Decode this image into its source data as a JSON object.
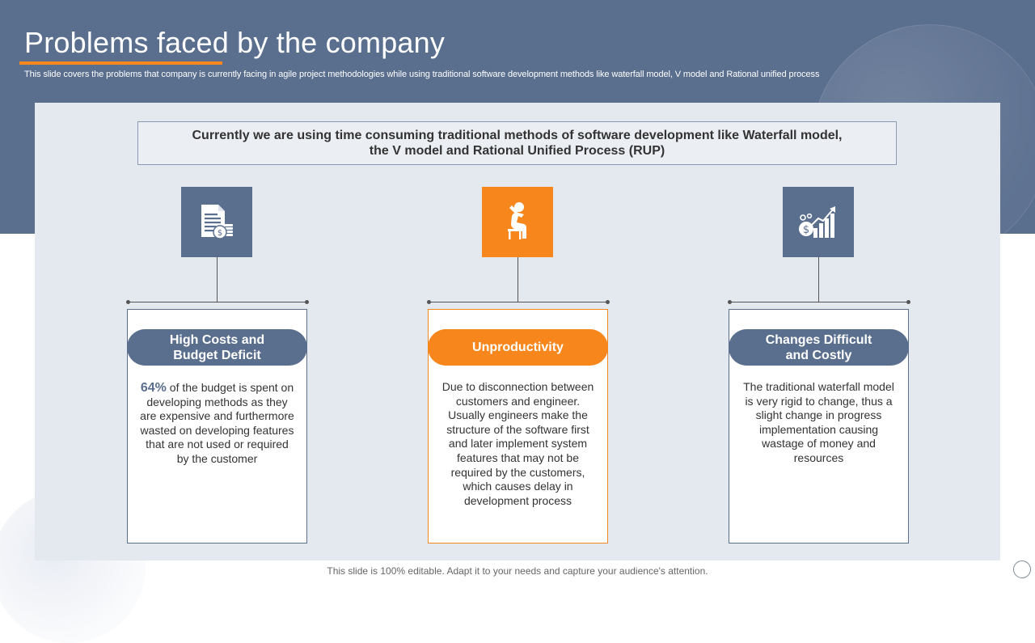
{
  "header": {
    "title": "Problems faced by the company",
    "subtitle": "This slide covers the problems that company is currently facing in agile project methodologies while using traditional software development methods like waterfall model, V model and Rational unified process"
  },
  "intro": {
    "line1": "Currently we are using time consuming traditional methods of software development like Waterfall model,",
    "line2": "the V model and Rational Unified Process (RUP)"
  },
  "cards": [
    {
      "icon": "budget-document-icon",
      "title": "High Costs and Budget Deficit",
      "highlight": "64%",
      "text": " of the budget is spent on developing methods as they are expensive and furthermore wasted on developing features that are not used or required by the customer"
    },
    {
      "icon": "stressed-person-icon",
      "title": "Unproductivity",
      "text": "Due to disconnection between customers and engineer. Usually engineers make the structure of the software first and later implement system features that may not be required by the customers, which causes delay in development process"
    },
    {
      "icon": "rising-cost-chart-icon",
      "title": "Changes Difficult and Costly",
      "text": "The traditional waterfall model is very rigid to change, thus a slight change in progress implementation causing wastage of money and resources"
    }
  ],
  "footer": {
    "text": "This slide is 100% editable. Adapt it to your needs and capture your audience's attention."
  },
  "colors": {
    "slate": "#5a6e8e",
    "orange": "#f7861c",
    "panel": "#e4e8ef"
  }
}
